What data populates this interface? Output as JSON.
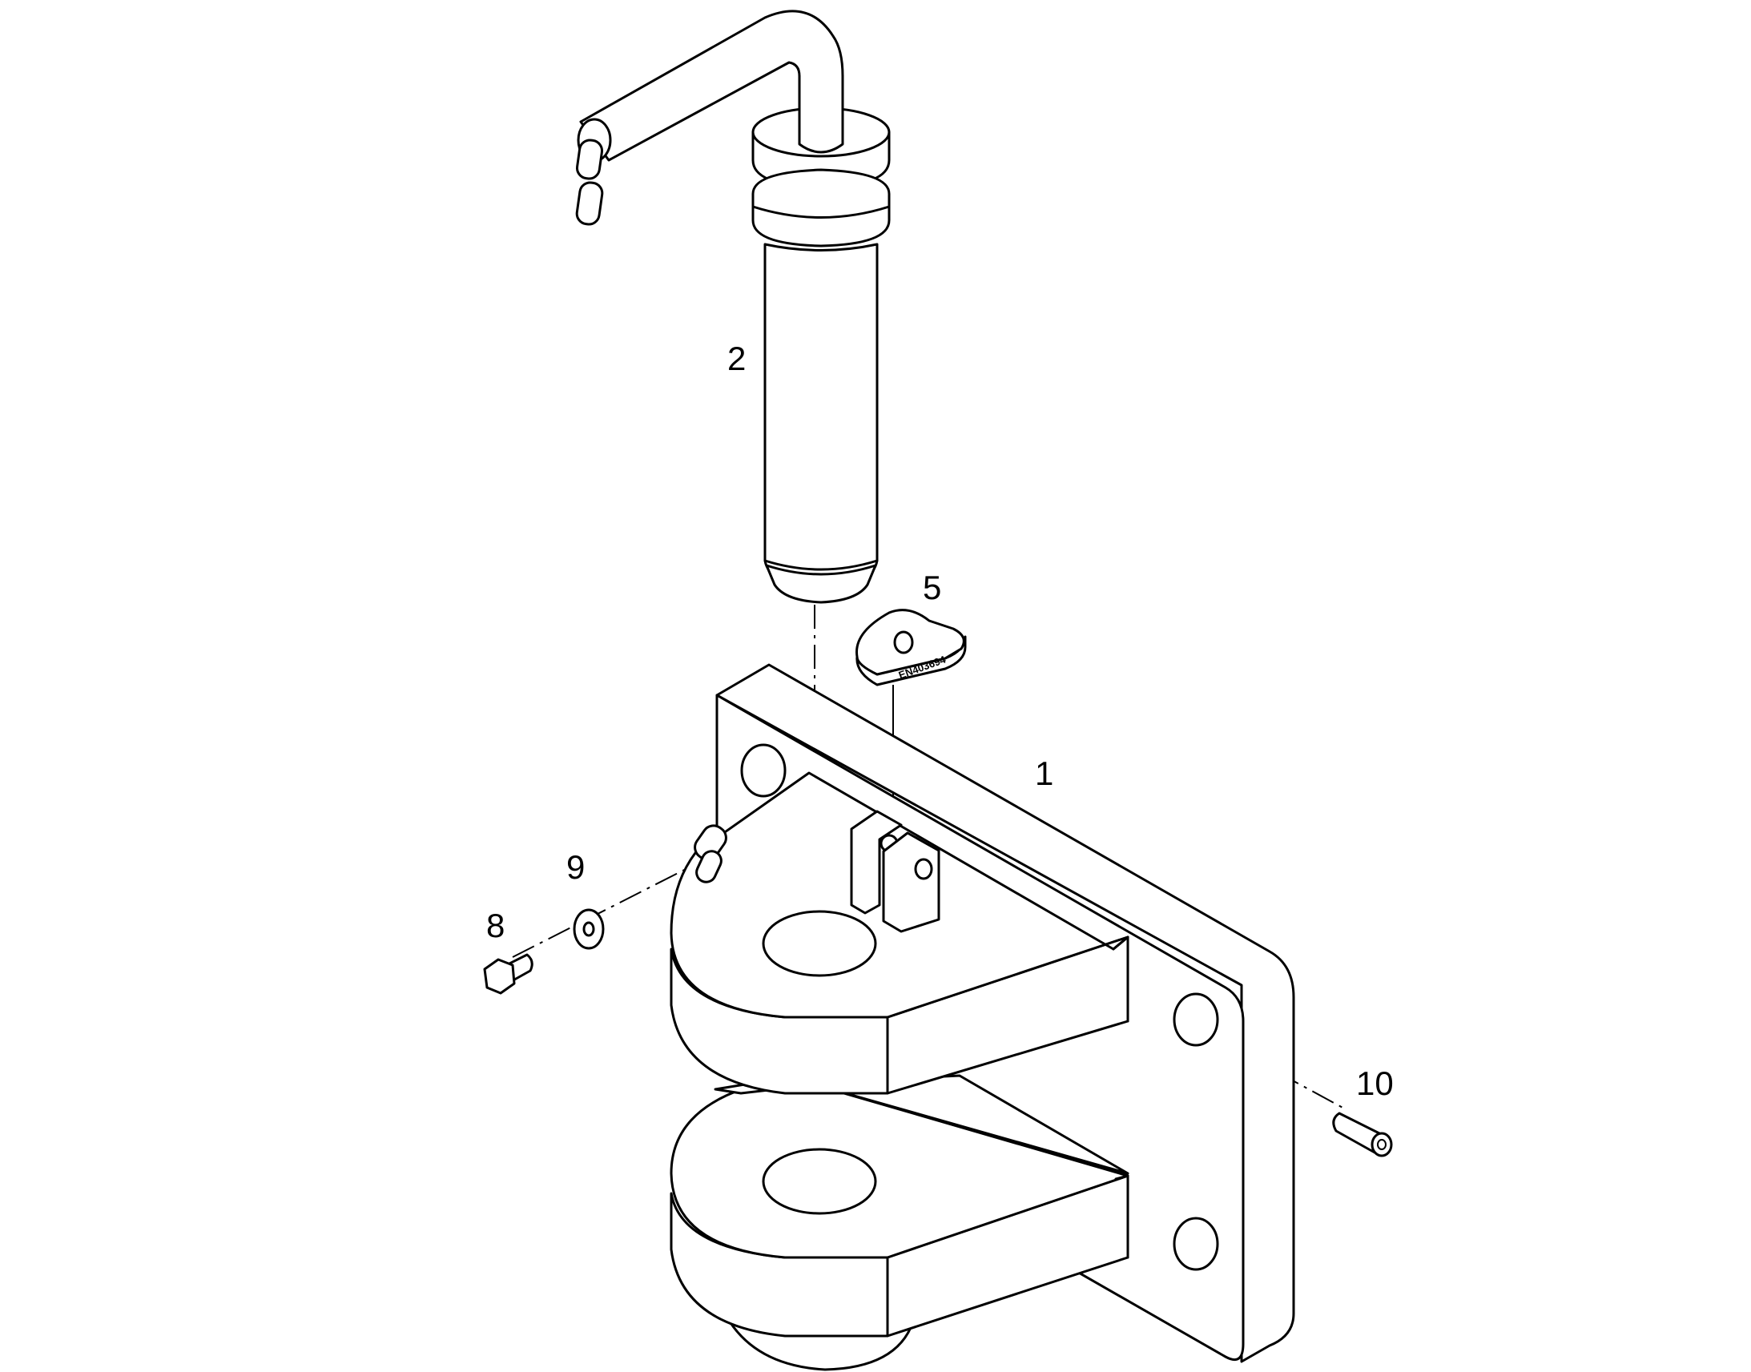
{
  "callouts": {
    "c1": "1",
    "c2": "2",
    "c5": "5",
    "c8": "8",
    "c9": "9",
    "c10": "10"
  },
  "stamp_text": "EN403694",
  "colors": {
    "ink": "#000000",
    "paper": "#ffffff"
  }
}
